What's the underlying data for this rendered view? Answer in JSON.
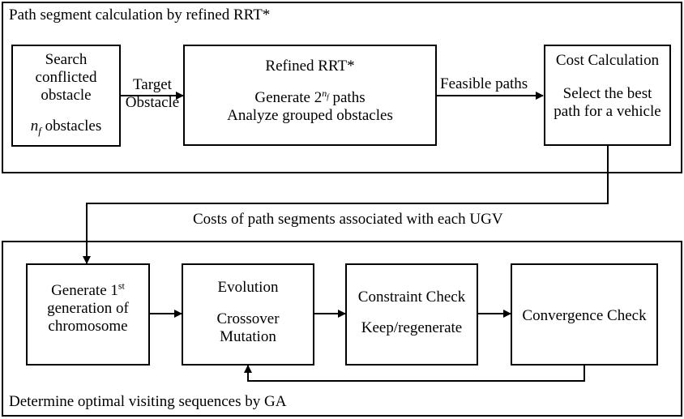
{
  "top_panel": {
    "title": "Path segment calculation by refined RRT*",
    "search_box": {
      "line1": "Search",
      "line2": "conflicted",
      "line3": "obstacle",
      "nf_symbol": "n",
      "nf_sub": "f",
      "nf_suffix": " obstacles"
    },
    "edge_target": {
      "line1": "Target",
      "line2": "Obstacle"
    },
    "rrt_box": {
      "title": "Refined RRT*",
      "generate_prefix": "Generate 2",
      "generate_exp": "n",
      "generate_exp_sub": "f",
      "generate_suffix": " paths",
      "analyze": "Analyze grouped obstacles"
    },
    "edge_feasible": "Feasible paths",
    "cost_box": {
      "title": "Cost Calculation",
      "line1": "Select the best",
      "line2": "path for a vehicle"
    }
  },
  "link_label": "Costs of path segments associated with each UGV",
  "bottom_panel": {
    "title": "Determine optimal visiting sequences by GA",
    "generate_box": {
      "line1_prefix": "Generate 1",
      "line1_sup": "st",
      "line2": "generation of",
      "line3": "chromosome"
    },
    "evolution_box": {
      "title": "Evolution",
      "line1": "Crossover",
      "line2": "Mutation"
    },
    "constraint_box": {
      "title": "Constraint Check",
      "line1": "Keep/regenerate"
    },
    "convergence_box": {
      "title": "Convergence Check"
    }
  }
}
